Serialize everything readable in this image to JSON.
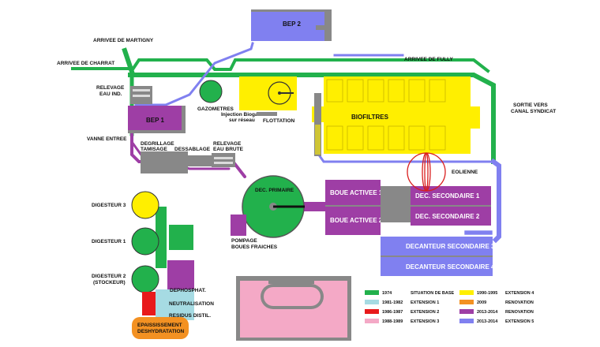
{
  "colors": {
    "c1974": "#22b14c",
    "ext1": "#a6dbe3",
    "ext2": "#e8191b",
    "ext3": "#f4a9c6",
    "ext4": "#ffef00",
    "renov2009": "#f39122",
    "renov2013": "#9e3ea5",
    "ext5": "#8080f0",
    "equipment": "#888888",
    "eolienne": "#d91e1e"
  },
  "labels": {
    "bep2": "BEP 2",
    "arrivee_martigny": "ARRIVEE DE MARTIGNY",
    "arrivee_charrat": "ARRIVEE DE CHARRAT",
    "arrivee_fully": "ARRIVEE DE FULLY",
    "relevage_ind_1": "RELEVAGE",
    "relevage_ind_2": "EAU IND.",
    "gazometres": "GAZOMETRES",
    "bep1": "BEP 1",
    "injection_1": "Injection Biogaz",
    "injection_2": "sur réseau",
    "flottation": "FLOTTATION",
    "biofiltres": "BIOFILTRES",
    "sortie_1": "SORTIE VERS",
    "sortie_2": "CANAL SYNDICAT",
    "vanne_entree": "VANNE ENTREE",
    "degrillage": "DEGRILLAGE",
    "tamisage": "TAMISAGE",
    "dessablage": "DESSABLAGE",
    "relevage_brute_1": "RELEVAGE",
    "relevage_brute_2": "EAU BRUTE",
    "eolienne": "EOLIENNE",
    "dec_primaire": "DEC. PRIMAIRE",
    "boue_activee_1": "BOUE ACTIVEE 1",
    "boue_activee_2": "BOUE ACTIVEE 2",
    "dec_secondaire_1": "DEC. SECONDAIRE 1",
    "dec_secondaire_2": "DEC. SECONDAIRE 2",
    "digesteur_3": "DIGESTEUR 3",
    "digesteur_1": "DIGESTEUR 1",
    "digesteur_2_1": "DIGESTEUR 2",
    "digesteur_2_2": "(STOCKEUR)",
    "pompage_1": "POMPAGE",
    "pompage_2": "BOUES FRAICHES",
    "decanteur_3": "DECANTEUR SECONDAIRE 3",
    "decanteur_4": "DECANTEUR SECONDAIRE 4",
    "dephosphat": "DEPHOSPHAT.",
    "neutralisation": "NEUTRALISATION",
    "residus": "RESIDUS DISTIL.",
    "epaississement_1": "EPAISSISSEMENT",
    "epaississement_2": "DESHYDRATATION"
  },
  "legend": [
    {
      "year": "1974",
      "desc": "SITUATION DE BASE",
      "color": "#22b14c"
    },
    {
      "year": "1981-1982",
      "desc": "EXTENSION 1",
      "color": "#a6dbe3"
    },
    {
      "year": "1986-1987",
      "desc": "EXTENSION 2",
      "color": "#e8191b"
    },
    {
      "year": "1988-1989",
      "desc": "EXTENSION 3",
      "color": "#f4a9c6"
    },
    {
      "year": "1990-1995",
      "desc": "EXTENSION 4",
      "color": "#ffef00"
    },
    {
      "year": "2009",
      "desc": "RENOVATION",
      "color": "#f39122"
    },
    {
      "year": "2013-2014",
      "desc": "RENOVATION",
      "color": "#9e3ea5"
    },
    {
      "year": "2013-2014",
      "desc": "EXTENSION 5",
      "color": "#8080f0"
    }
  ]
}
